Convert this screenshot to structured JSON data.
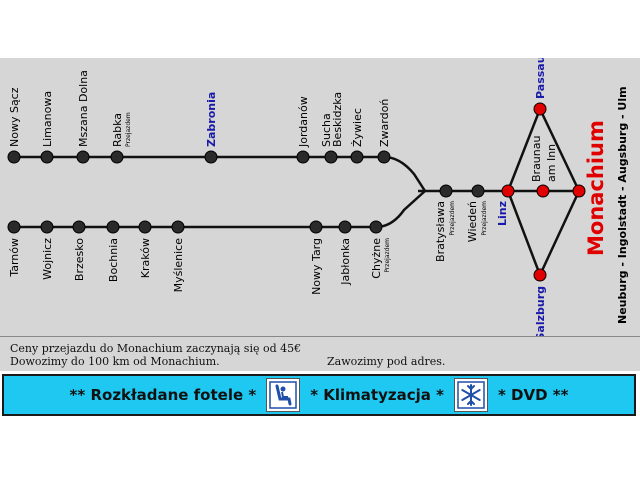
{
  "route_map": {
    "destination": "Monachium",
    "destination_cities": "Neuburg - Ingolstadt - Augsburg - Ulm",
    "upper_stops": [
      {
        "label": "Nowy Sącz"
      },
      {
        "label": "Limanowa"
      },
      {
        "label": "Mszana Dolna"
      },
      {
        "label": "Rabka",
        "note": "Przejazdem"
      },
      {
        "label": "Zabronia",
        "highlight": true
      },
      {
        "label": "Jordanów"
      },
      {
        "label": "Sucha Beskidzka"
      },
      {
        "label": "Żywiec"
      },
      {
        "label": "Zwardoń"
      }
    ],
    "lower_stops": [
      {
        "label": "Tarnów"
      },
      {
        "label": "Wojnicz"
      },
      {
        "label": "Brzesko"
      },
      {
        "label": "Bochnia"
      },
      {
        "label": "Kraków"
      },
      {
        "label": "Myślenice"
      },
      {
        "label": "Nowy Targ"
      },
      {
        "label": "Jabłonka"
      },
      {
        "label": "Chyżne",
        "note": "Przejazdem"
      }
    ],
    "junction_stops": [
      {
        "label": "Bratysława",
        "note": "Przejazdem"
      },
      {
        "label": "Wiedeń",
        "note": "Przejazdem"
      },
      {
        "label": "Linz",
        "highlight": true
      }
    ],
    "branch_stops": [
      {
        "label": "Passau",
        "highlight": true
      },
      {
        "label": "Braunau am Inn"
      },
      {
        "label": "Salzburg",
        "highlight": true
      }
    ],
    "colors": {
      "line": "#111111",
      "stop_fill": "#2a2a2a",
      "stop_red": "#e00000",
      "highlight": "#1a1aa8",
      "panel_bg": "#d6d6d6"
    }
  },
  "info": {
    "price_line": "Ceny przejazdu do Monachium zaczynają się od 45€",
    "distance_line": "Dowozimy do 100 km od Monachium.",
    "pickup_line": "Zawozimy pod adres."
  },
  "amenities": {
    "reclining_seats": "** Rozkładane fotele *",
    "air_conditioning": "* Klimatyzacja *",
    "dvd": "* DVD **",
    "icons": [
      "seat-icon",
      "snowflake-icon"
    ]
  }
}
